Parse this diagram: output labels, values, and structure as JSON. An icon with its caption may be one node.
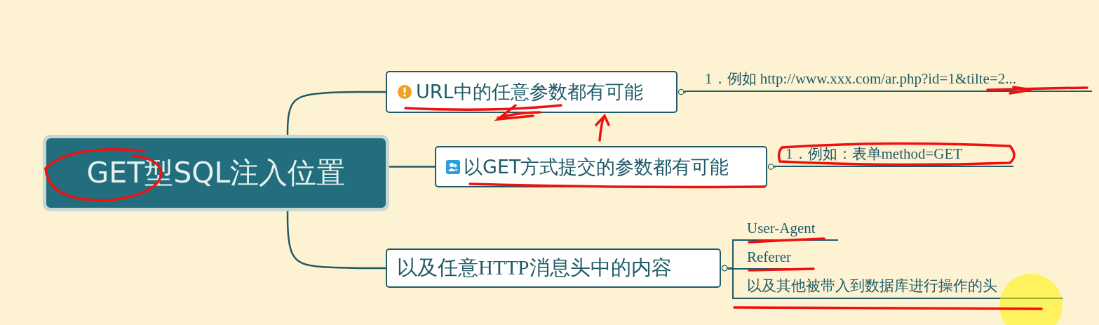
{
  "diagram": {
    "nodes": [
      {
        "text": [
          "GET型SQL注入位置"
        ]
      },
      {
        "text": [
          "URL中的任意参数都有可能"
        ]
      },
      {
        "text": [
          "以GET方式提交的参数都有可能"
        ]
      },
      {
        "text": [
          "以及任意HTTP消息头中的内容"
        ]
      },
      {
        "text": [
          "1．例如 http://www.xxx.com/ar.php?id=1&tilte=2..."
        ]
      },
      {
        "text": [
          "1．例如：表单method=GET"
        ]
      },
      {
        "text": [
          "User-Agent"
        ]
      },
      {
        "text": [
          "Referer"
        ]
      },
      {
        "text": [
          "以及其他被带入到数据库进行操作的头"
        ]
      }
    ],
    "edges": [
      {
        "from": 0,
        "to": 1,
        "arrow": "none"
      },
      {
        "from": 0,
        "to": 2,
        "arrow": "none"
      },
      {
        "from": 0,
        "to": 3,
        "arrow": "none"
      },
      {
        "from": 1,
        "to": 4,
        "arrow": "other"
      },
      {
        "from": 2,
        "to": 5,
        "arrow": "other"
      },
      {
        "from": 3,
        "to": 6,
        "arrow": "other"
      },
      {
        "from": 3,
        "to": 7,
        "arrow": "other"
      },
      {
        "from": 3,
        "to": 8,
        "arrow": "other"
      }
    ]
  }
}
